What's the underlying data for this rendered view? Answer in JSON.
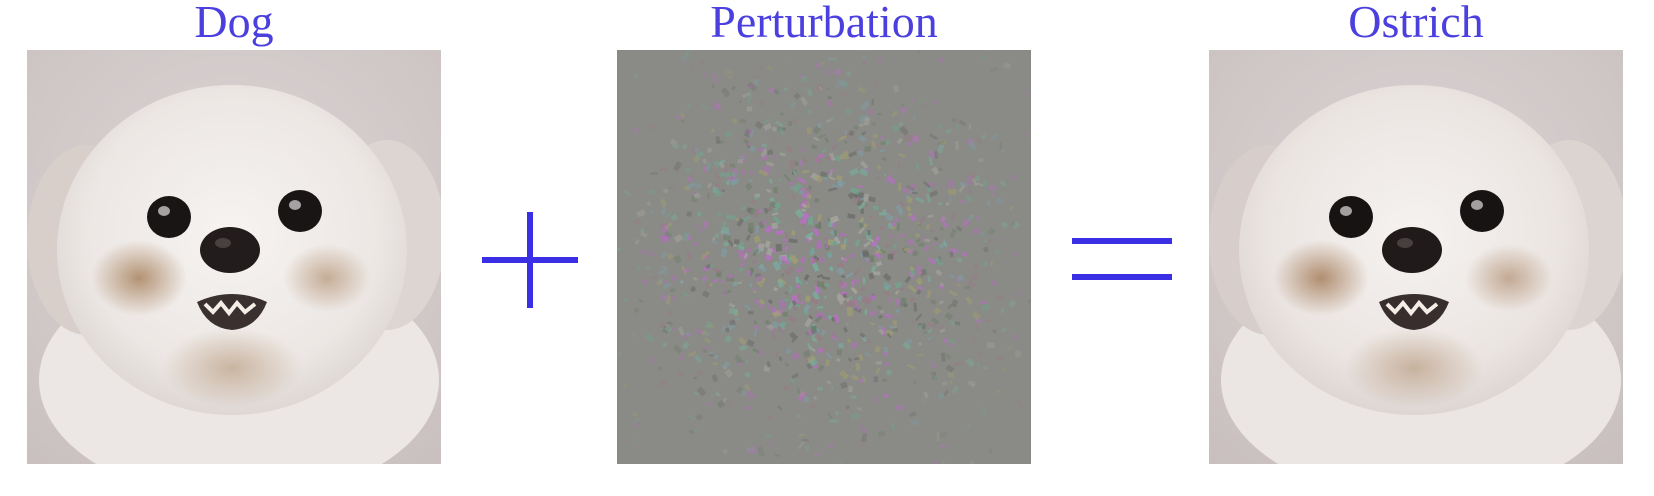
{
  "panels": {
    "left": {
      "label": "Dog"
    },
    "middle": {
      "label": "Perturbation"
    },
    "right": {
      "label": "Ostrich"
    }
  },
  "operators": {
    "plus": "plus-sign",
    "equals": "equals-sign"
  },
  "colors": {
    "label_text": "#4b3fe0",
    "operator": "#3b2fe6",
    "noise_base": "#8a8a86"
  }
}
